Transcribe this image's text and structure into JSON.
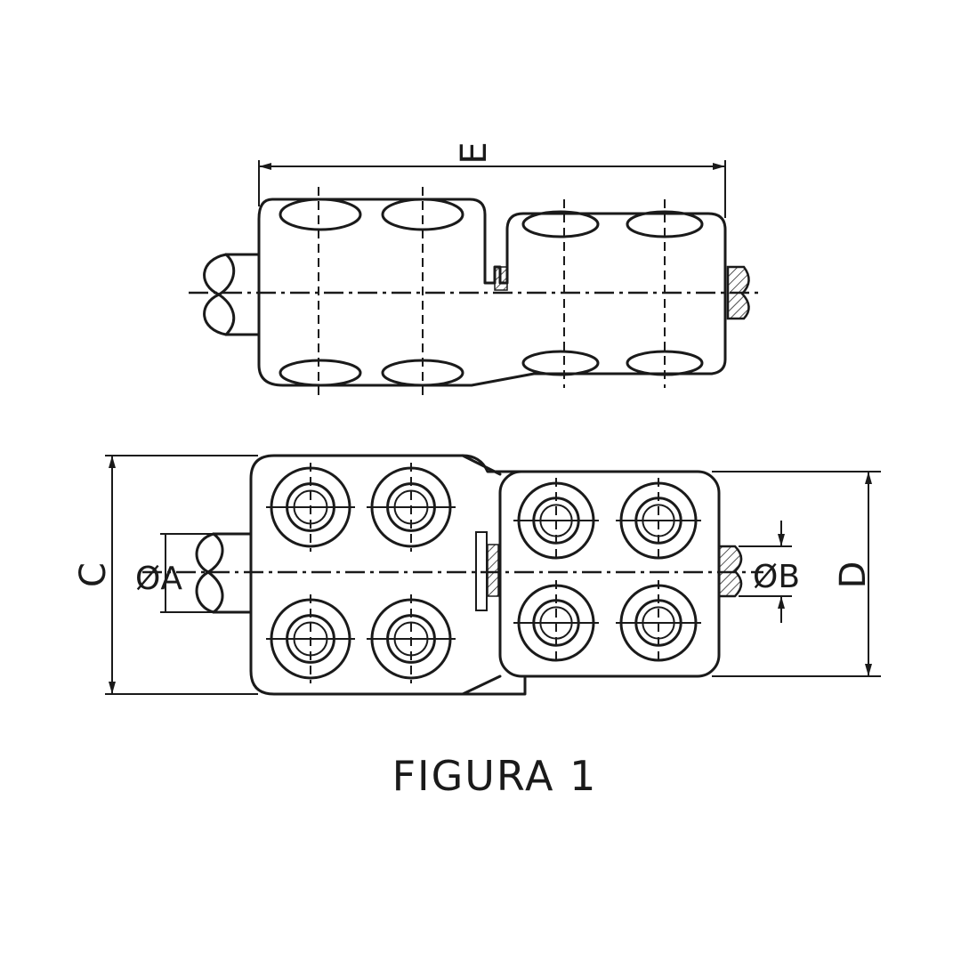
{
  "figure": {
    "caption": "FIGURA 1",
    "dimensions": {
      "overall_length": "E",
      "height_large_end": "C",
      "height_small_end": "D",
      "conductor_diameter_a": "ØA",
      "conductor_diameter_b": "ØB"
    }
  }
}
